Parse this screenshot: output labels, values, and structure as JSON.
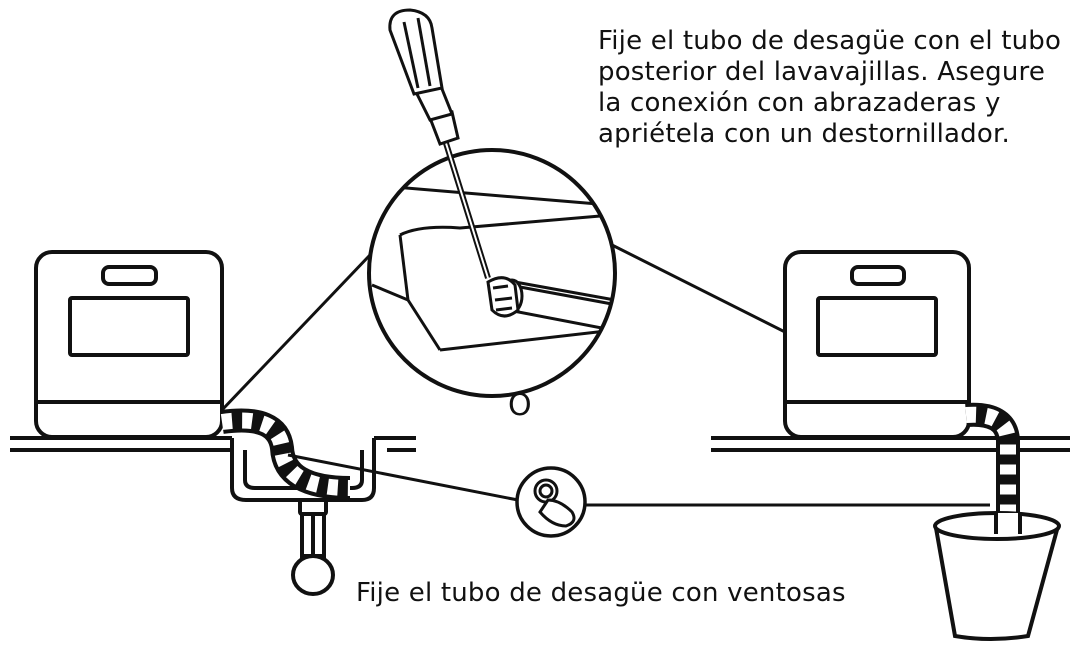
{
  "instructions": {
    "top_lines": [
      "Fije el tubo de desagüe con el tubo",
      "posterior del lavavajillas. Asegure",
      "la conexión con abrazaderas y",
      "apriétela con un destornillador."
    ],
    "bottom": "Fije el tubo de desagüe con ventosas",
    "or_symbol": "O"
  },
  "icons": [
    "dishwasher-icon",
    "screwdriver-icon",
    "hose-clamp-icon",
    "suction-cup-icon",
    "bucket-icon",
    "sink-icon"
  ],
  "colors": {
    "line": "#111111",
    "background": "#ffffff"
  }
}
